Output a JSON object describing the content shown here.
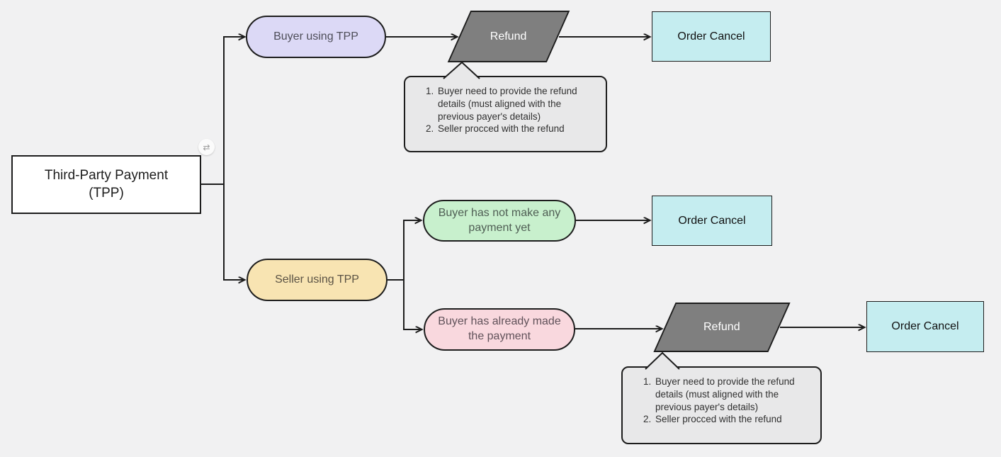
{
  "canvas": {
    "background_color": "#f1f1f2",
    "stroke_color": "#1d1d1d"
  },
  "root_node": {
    "label": "Third-Party Payment\n(TPP)",
    "fill": "#ffffff",
    "badge_icon": {
      "name": "swap-icon",
      "glyph": "⇄"
    }
  },
  "nodes": {
    "buyer_tpp": {
      "label": "Buyer using TPP",
      "fill": "#dcd9f6"
    },
    "refund_top": {
      "label": "Refund",
      "fill": "#7f7f7f"
    },
    "order_cancel_top": {
      "label": "Order Cancel",
      "fill": "#c5edf0"
    },
    "buyer_no_payment": {
      "label": "Buyer has not make any payment yet",
      "fill": "#c8f0cd"
    },
    "order_cancel_mid": {
      "label": "Order Cancel",
      "fill": "#c5edf0"
    },
    "seller_tpp": {
      "label": "Seller using TPP",
      "fill": "#f8e4b2"
    },
    "buyer_paid": {
      "label": "Buyer has already made the payment",
      "fill": "#f9d8de"
    },
    "refund_bottom": {
      "label": "Refund",
      "fill": "#7f7f7f"
    },
    "order_cancel_right": {
      "label": "Order Cancel",
      "fill": "#c5edf0"
    }
  },
  "notes": {
    "refund_note_top": {
      "items": [
        "Buyer need to provide the refund details (must aligned with the previous payer's details)",
        "Seller procced with the refund"
      ]
    },
    "refund_note_bottom": {
      "items": [
        "Buyer need to provide the refund details (must aligned with the previous payer's details)",
        "Seller procced with the refund"
      ]
    }
  }
}
